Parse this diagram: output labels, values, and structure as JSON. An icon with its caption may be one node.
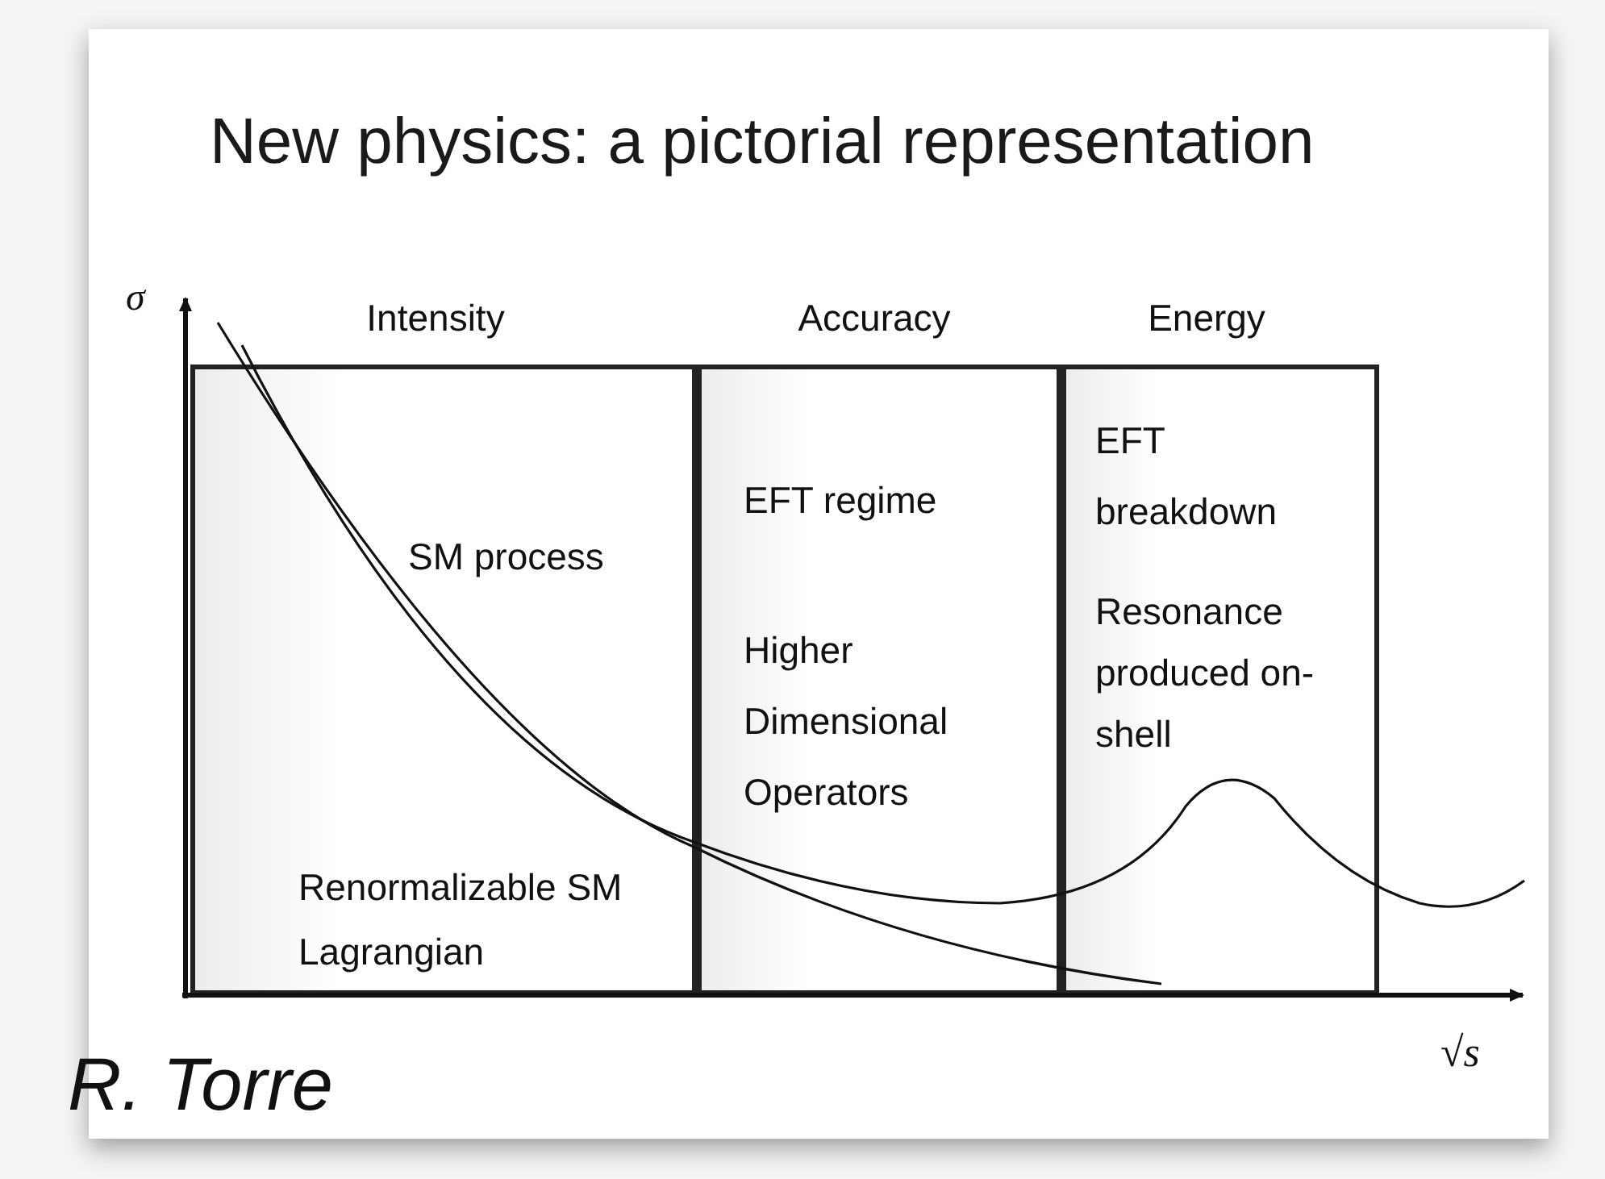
{
  "diagram": {
    "title": "New physics: a pictorial representation",
    "nodes": [
      {
        "text": [
          "Intensity",
          "SM process",
          "Renormalizable SM Lagrangian"
        ]
      },
      {
        "text": [
          "Accuracy",
          "EFT regime",
          "Higher Dimensional Operators"
        ]
      },
      {
        "text": [
          "Energy",
          "EFT breakdown",
          "Resonance produced on-shell"
        ]
      }
    ],
    "edges": [],
    "labels": [
      "σ",
      "√s",
      "R. Torre"
    ]
  }
}
